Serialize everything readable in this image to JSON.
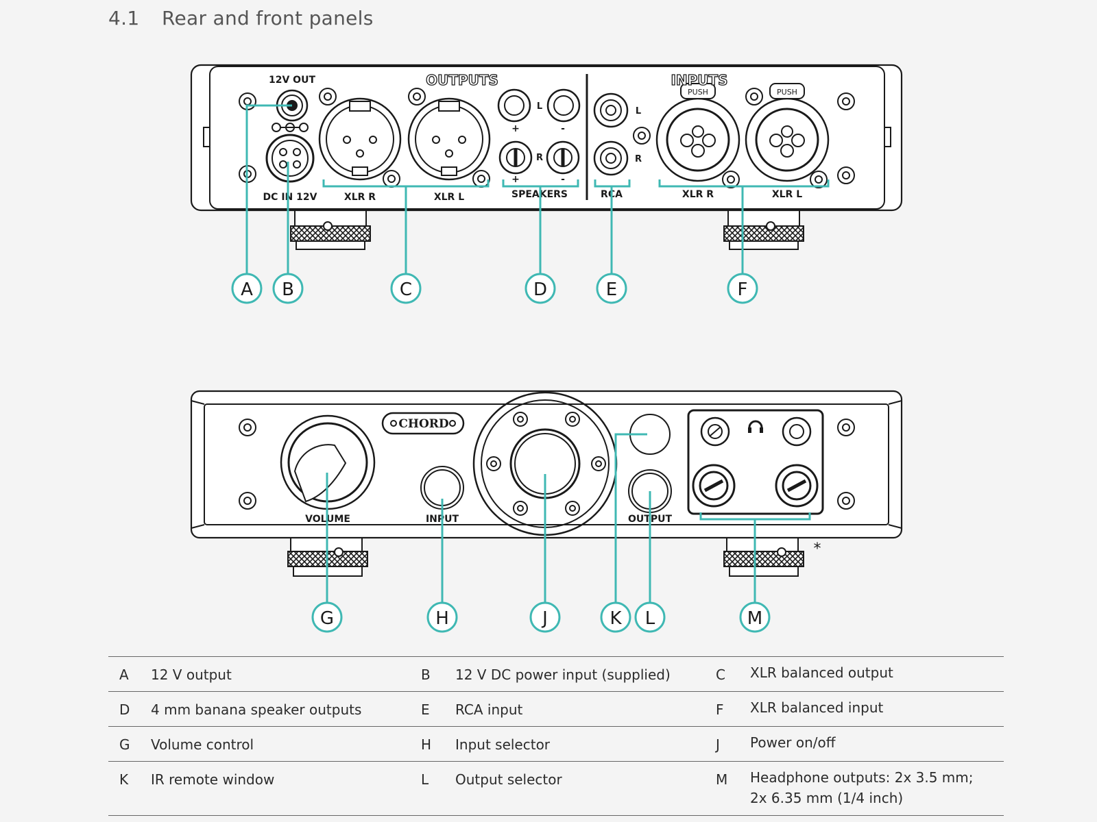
{
  "heading": {
    "number": "4.1",
    "title": "Rear and front panels"
  },
  "rear_panel": {
    "labels": {
      "twelve_v_out": "12V OUT",
      "dc_in": "DC IN 12V",
      "outputs": "OUTPUTS",
      "inputs": "INPUTS",
      "xlr_r_out": "XLR R",
      "xlr_l_out": "XLR L",
      "speakers": "SPEAKERS",
      "rca": "RCA",
      "xlr_r_in": "XLR R",
      "xlr_l_in": "XLR L",
      "push": "PUSH",
      "left": "L",
      "right": "R",
      "plus": "+",
      "minus": "-"
    },
    "callouts": [
      "A",
      "B",
      "C",
      "D",
      "E",
      "F"
    ]
  },
  "front_panel": {
    "labels": {
      "brand": "CHORD",
      "volume": "VOLUME",
      "input": "INPUT",
      "output": "OUTPUT",
      "asterisk": "*"
    },
    "callouts": [
      "G",
      "H",
      "J",
      "K",
      "L",
      "M"
    ]
  },
  "legend": [
    [
      {
        "code": "A",
        "text": "12 V output"
      },
      {
        "code": "B",
        "text": "12 V DC power input (supplied)"
      },
      {
        "code": "C",
        "text": "XLR balanced output"
      }
    ],
    [
      {
        "code": "D",
        "text": "4 mm banana speaker outputs"
      },
      {
        "code": "E",
        "text": "RCA input"
      },
      {
        "code": "F",
        "text": "XLR balanced input"
      }
    ],
    [
      {
        "code": "G",
        "text": "Volume control"
      },
      {
        "code": "H",
        "text": "Input selector"
      },
      {
        "code": "J",
        "text": "Power on/off"
      }
    ],
    [
      {
        "code": "K",
        "text": "IR remote window"
      },
      {
        "code": "L",
        "text": "Output selector"
      },
      {
        "code": "M",
        "text": "Headphone outputs: 2x 3.5 mm;",
        "text2": "2x 6.35 mm (1/4 inch)"
      }
    ]
  ],
  "colors": {
    "accent": "#3fb8b3",
    "line": "#1a1a1a",
    "background": "#f4f4f4"
  }
}
